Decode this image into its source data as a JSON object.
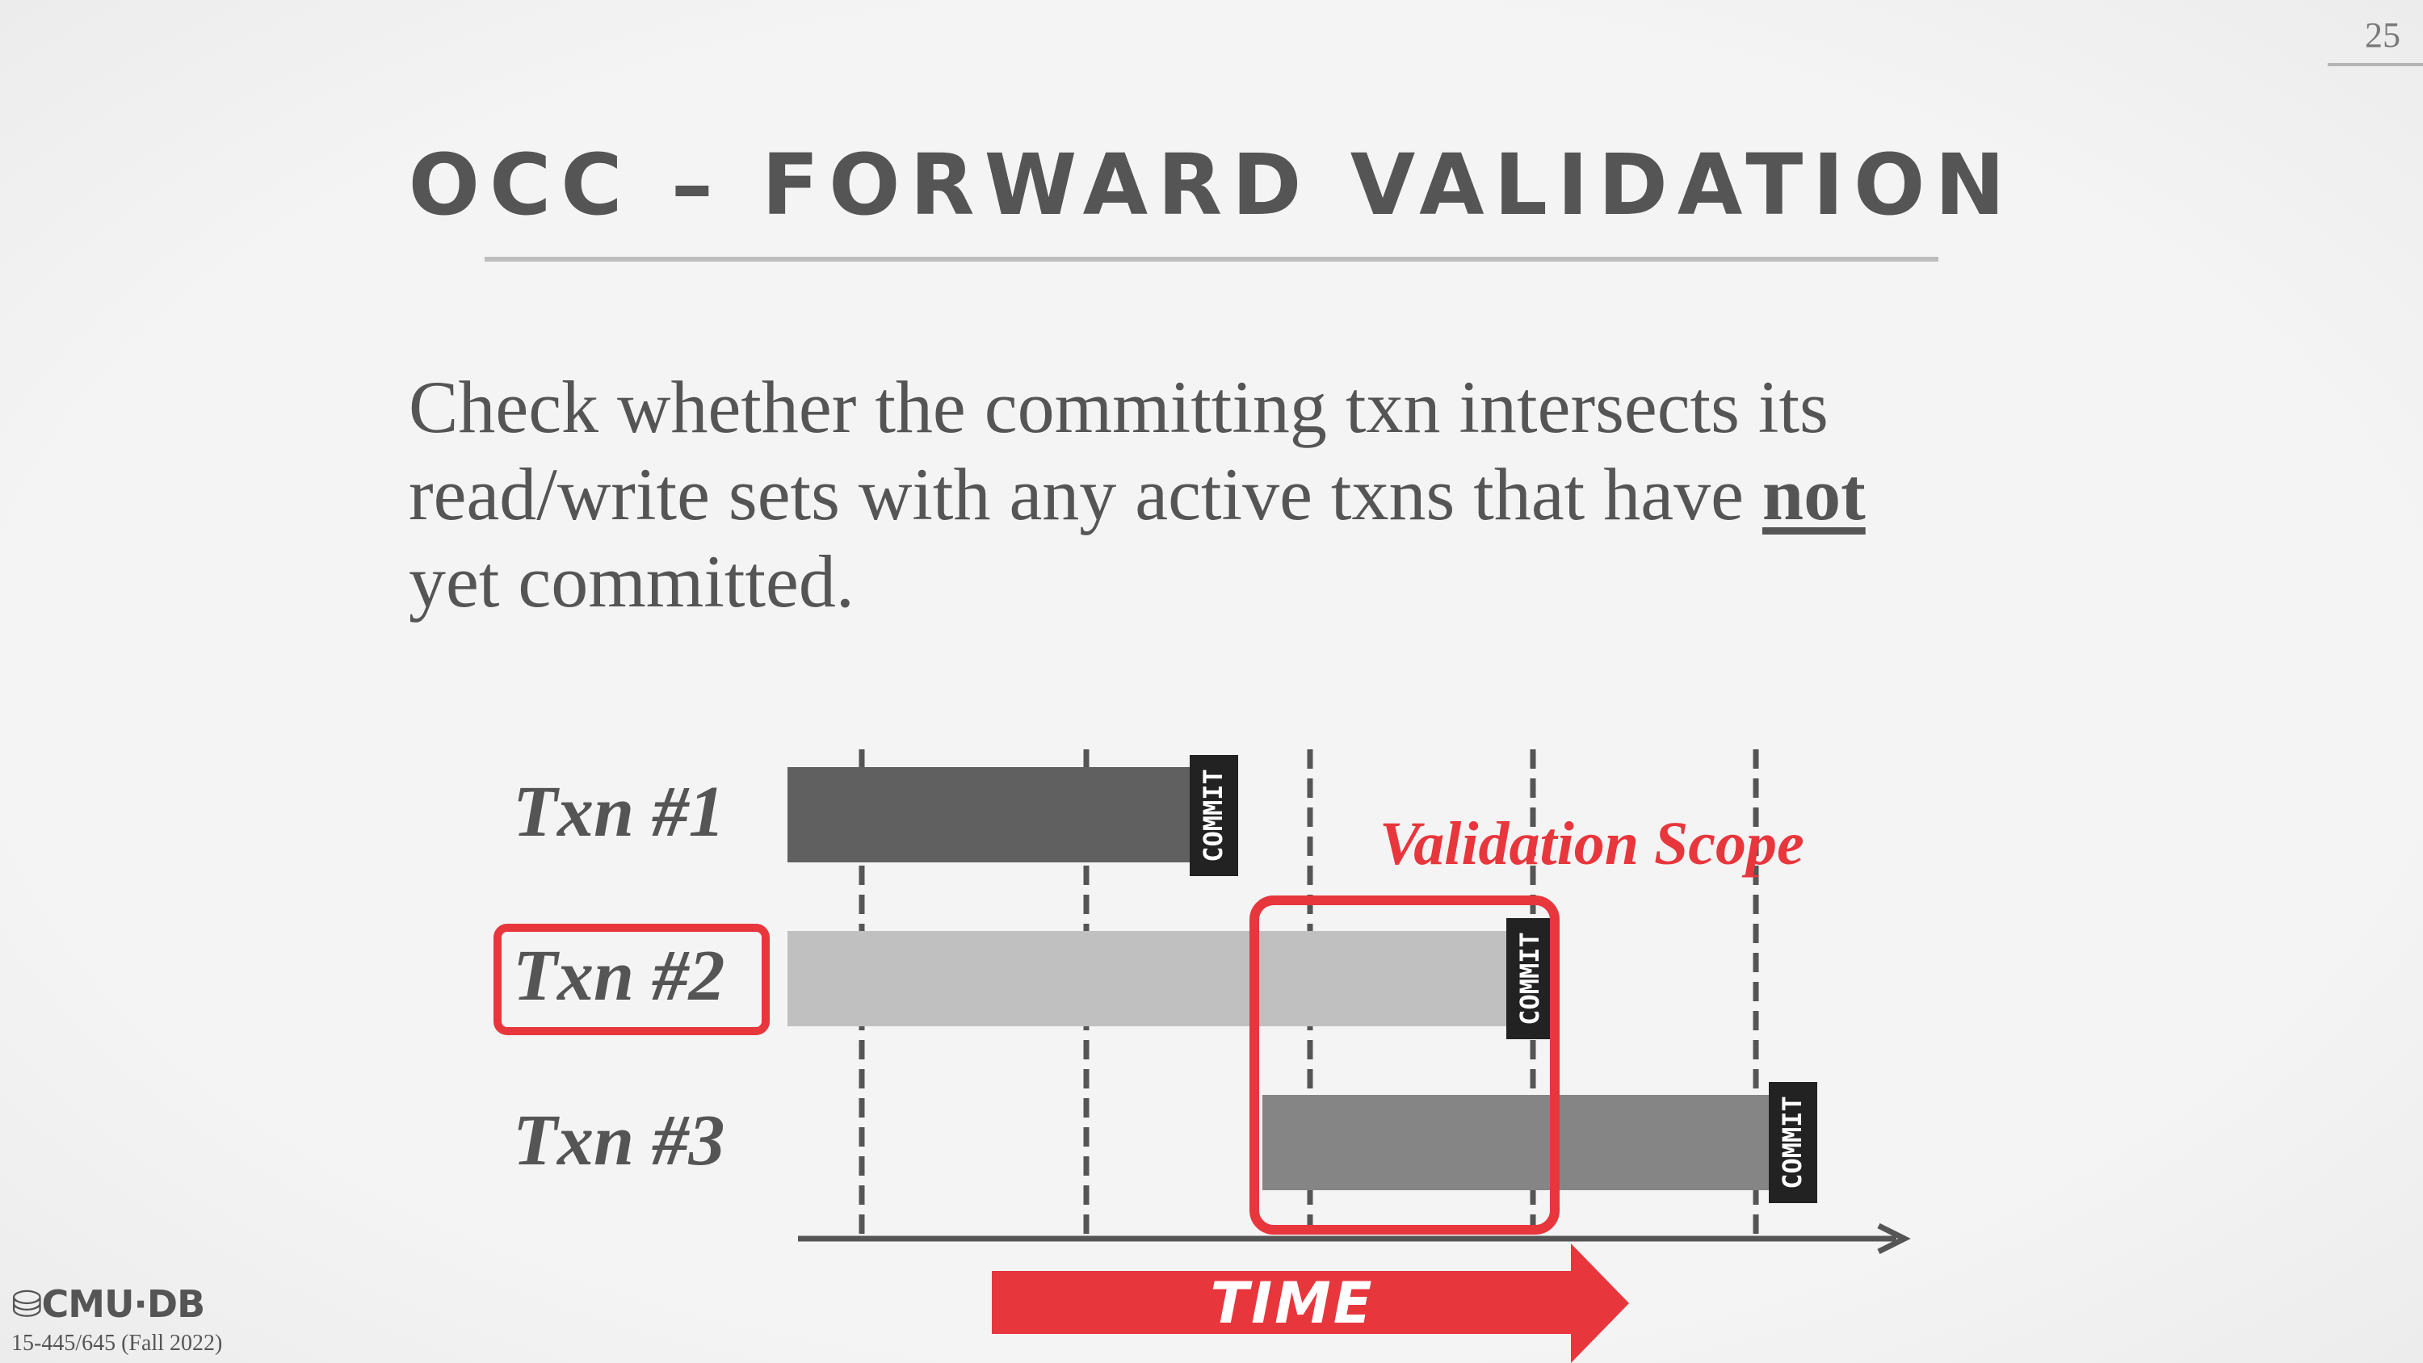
{
  "slide": {
    "page_number": "25",
    "title": "OCC – FORWARD VALIDATION",
    "body_lines": [
      "Check whether the committing txn intersects its",
      "read/write sets with any active txns that have ",
      "yet committed."
    ],
    "body_emphasis": "not",
    "footer": {
      "logo": "CMU·DB",
      "course": "15-445/645 (Fall 2022)"
    }
  },
  "diagram": {
    "transactions": [
      {
        "label": "Txn #1",
        "commit_label": "COMMIT",
        "color": "#606060"
      },
      {
        "label": "Txn #2",
        "commit_label": "COMMIT",
        "color": "#c0c0c0",
        "highlighted": true
      },
      {
        "label": "Txn #3",
        "commit_label": "COMMIT",
        "color": "#858585"
      }
    ],
    "validation_label": "Validation Scope",
    "time_label": "TIME",
    "colors": {
      "accent": "#e8363d",
      "commit_box": "#222222",
      "axis": "#555555"
    }
  }
}
